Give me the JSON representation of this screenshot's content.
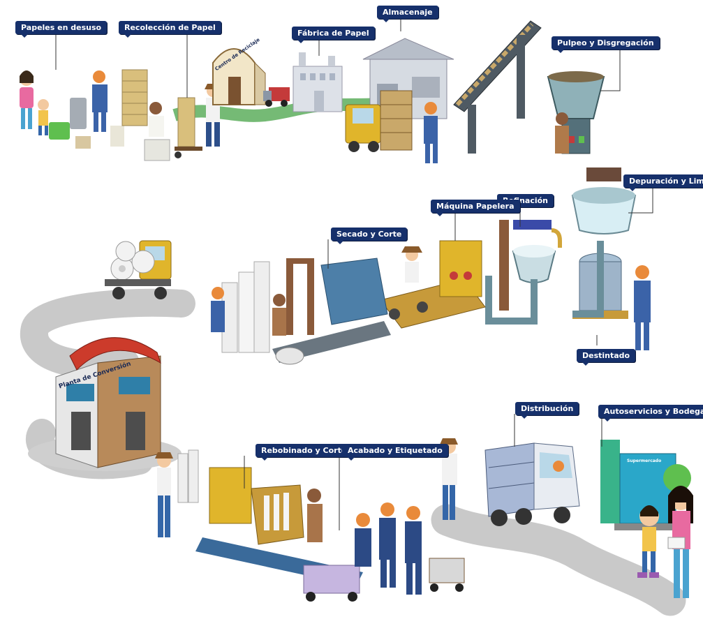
{
  "labels": {
    "papeles": "Papeles en desuso",
    "recoleccion": "Recolección de Papel",
    "fabrica": "Fábrica de Papel",
    "almacenaje": "Almacenaje",
    "pulpeo": "Pulpeo y Disgregación",
    "depuracion": "Depuración y Limpieza",
    "refinacion": "Refinación",
    "maquina": "Máquina Papelera",
    "secado": "Secado y Corte",
    "destintado": "Destintado",
    "rebobinado": "Rebobinado y Corte",
    "acabado": "Acabado y Etiquetado",
    "distribucion": "Distribución",
    "autoservicios": "Autoservicios y Bodegas"
  },
  "signs": {
    "centro": "Centro de Reciclaje",
    "planta": "Planta de Conversión",
    "super": "Supermercado"
  }
}
